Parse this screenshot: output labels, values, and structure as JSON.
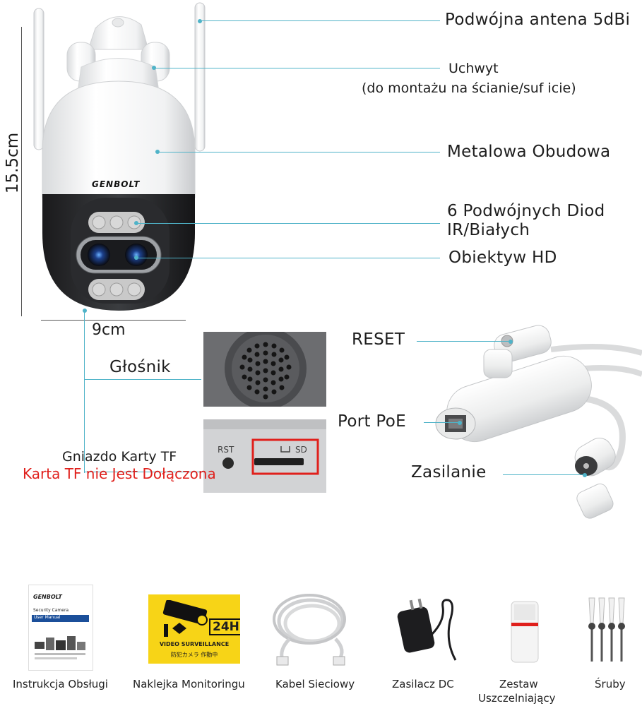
{
  "dimensions": {
    "height": "15.5cm",
    "width": "9cm"
  },
  "camera": {
    "brand": "GENBOLT"
  },
  "callouts": {
    "antenna": "Podwójna antena 5dBi",
    "mount_line1": "Uchwyt",
    "mount_line2": "(do montażu na ścianie/suf icie)",
    "housing": "Metalowa Obudowa",
    "leds_line1": "6 Podwójnych Diod",
    "leds_line2": "IR/Białych",
    "lens": "Obiektyw HD",
    "speaker": "Głośnik",
    "tf_slot": "Gniazdo Karty TF",
    "tf_note": "Karta TF nie Jest Dołączona",
    "reset": "RESET",
    "poe": "Port PoE",
    "power": "Zasilanie"
  },
  "slot_panel": {
    "rst": "RST",
    "sd": "SD"
  },
  "accessories": [
    {
      "label": "Instrukcja Obsługi"
    },
    {
      "label": "Naklejka Monitoringu"
    },
    {
      "label": "Kabel Sieciowy"
    },
    {
      "label": "Zasilacz DC"
    },
    {
      "label": "Zestaw",
      "label2": "Uszczelniający"
    },
    {
      "label": "Śruby"
    }
  ],
  "manual": {
    "brand": "GENBOLT",
    "line1": "Security Camera",
    "line2": "User Manual"
  },
  "sticker": {
    "hours": "24H",
    "line1": "VIDEO SURVEILLANCE",
    "line2": "防犯カメラ 作動中"
  },
  "colors": {
    "accent_line": "#4fb3c8",
    "warning_red": "#e0201c",
    "sticker_yellow": "#f7d417"
  }
}
